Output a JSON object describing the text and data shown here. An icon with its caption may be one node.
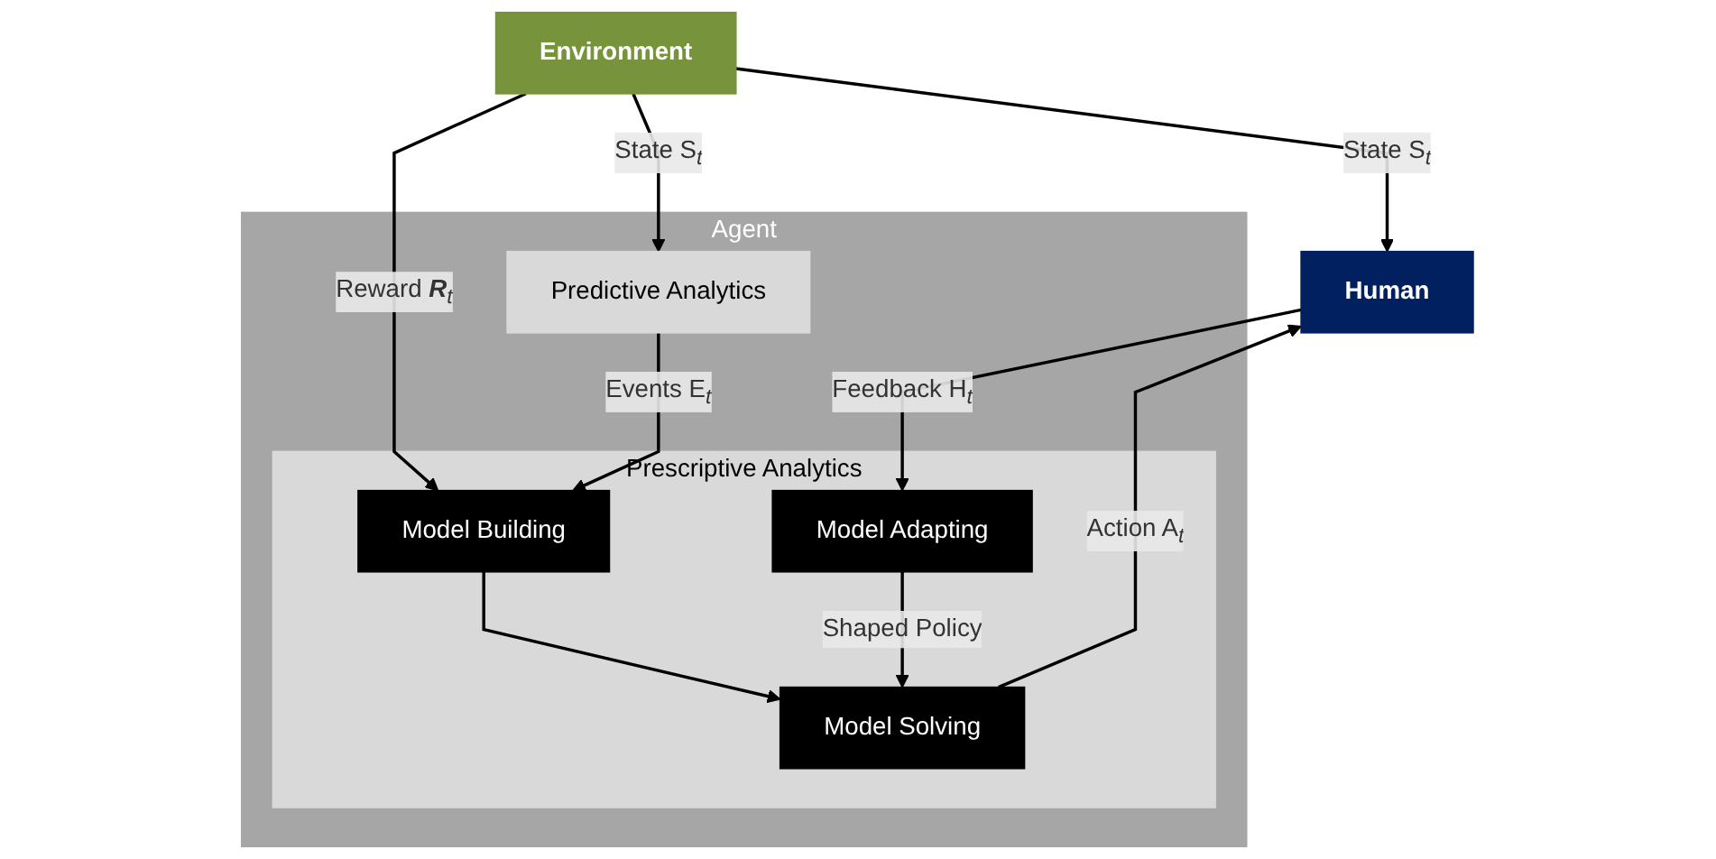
{
  "diagram": {
    "nodes": [
      {
        "text": [
          "Environment"
        ]
      },
      {
        "text": [
          "Human"
        ]
      },
      {
        "text": [
          "Agent"
        ]
      },
      {
        "text": [
          "Predictive Analytics"
        ],
        "in": 2
      },
      {
        "text": [
          "Prescriptive Analytics"
        ],
        "in": 2
      },
      {
        "text": [
          "Model Building"
        ],
        "in": 4
      },
      {
        "text": [
          "Model Solving"
        ],
        "in": 4
      },
      {
        "text": [
          "Model Adapting"
        ],
        "in": 4
      }
    ],
    "edges": [
      {
        "from": 0,
        "to": 1,
        "arrow": "to",
        "label": "State S$_{t}$"
      },
      {
        "from": 0,
        "to": 3,
        "arrow": "to",
        "label": "State S$_{t}$"
      },
      {
        "from": 0,
        "to": 5,
        "arrow": "to",
        "label": "Reward **R**$_{t}$"
      },
      {
        "from": 3,
        "to": 5,
        "arrow": "to",
        "label": "Events E$_{t}$"
      },
      {
        "from": 5,
        "to": 6,
        "arrow": "to"
      },
      {
        "from": 6,
        "to": 1,
        "arrow": "to",
        "label": "Action A$_{t}$"
      },
      {
        "from": 1,
        "to": 7,
        "arrow": "to",
        "label": "Feedback H$_{t}$"
      },
      {
        "from": 7,
        "to": 6,
        "arrow": "to",
        "label": "Shaped Policy"
      }
    ]
  }
}
